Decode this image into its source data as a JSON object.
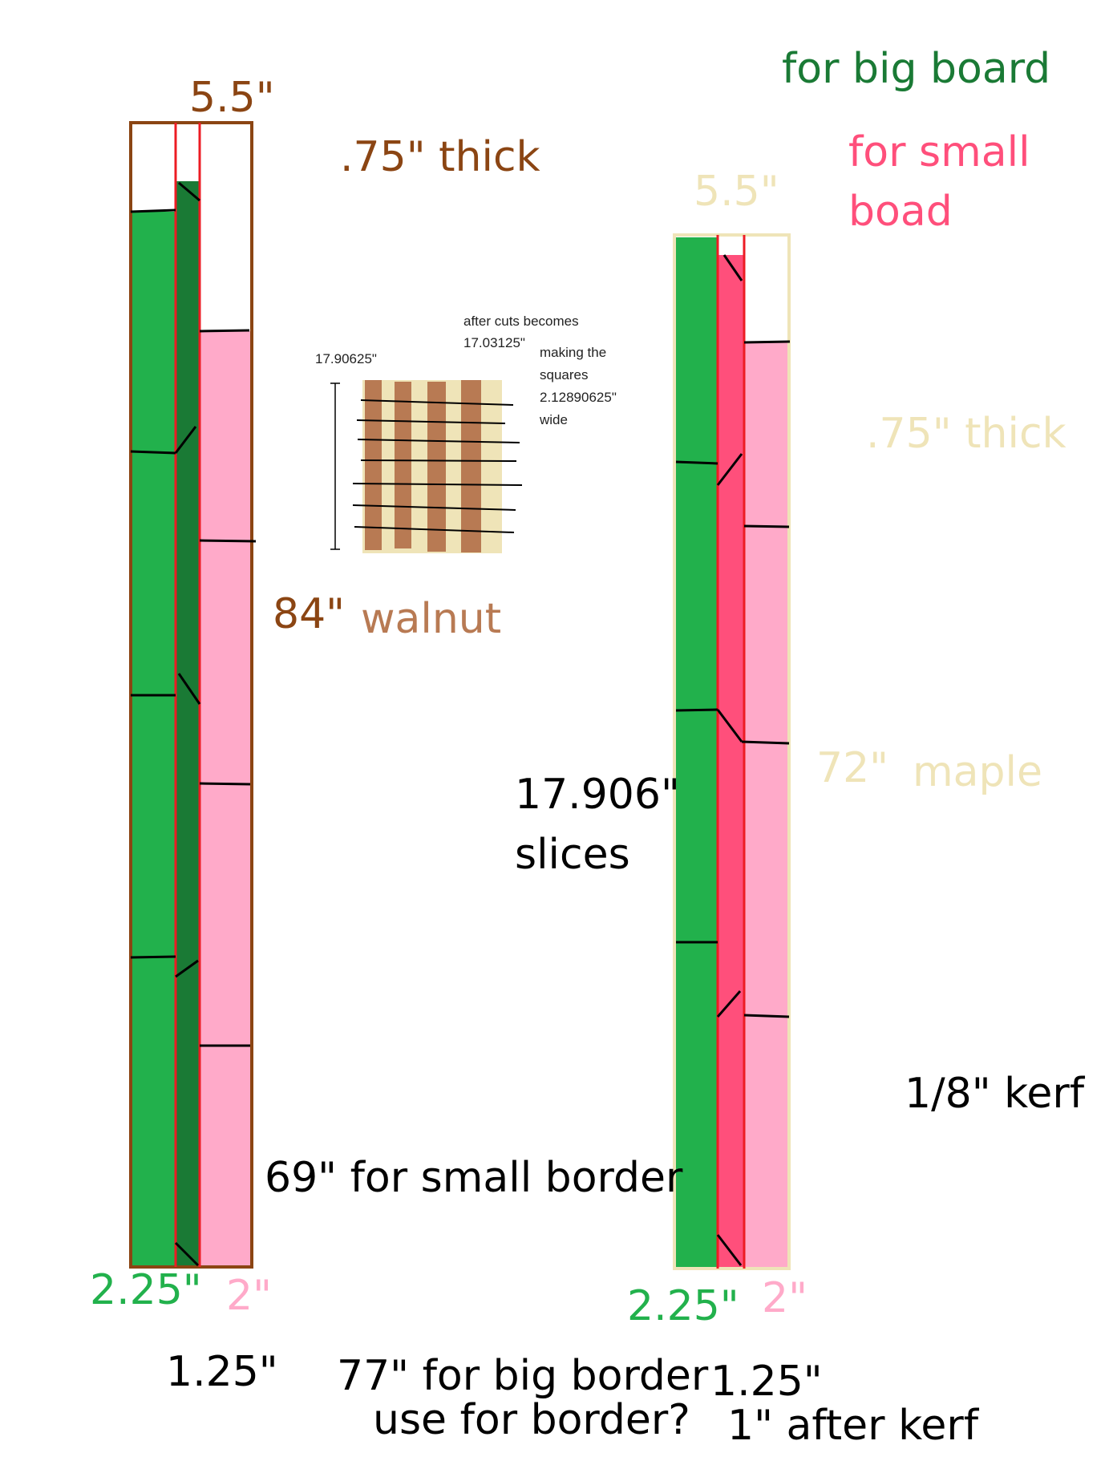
{
  "colors": {
    "walnut": "#8b4513",
    "walnut_swatch": "#b87a53",
    "maple": "#efe4b8",
    "big_green": "#22b14c",
    "dark_green": "#1a7a35",
    "pink": "#ffaac9",
    "hot_pink": "#ff4f7b",
    "red_line": "#ed1c24",
    "black": "#000000"
  },
  "walnut_board": {
    "width_label": "5.5\"",
    "thickness_label": ".75\" thick",
    "length_label": "84\"",
    "wood_label": "walnut",
    "strip_labels": {
      "green": "2.25\"",
      "pink": "2\"",
      "middle": "1.25\""
    },
    "border_note": "69\" for small border"
  },
  "maple_board": {
    "width_label": "5.5\"",
    "thickness_label": ".75\" thick",
    "length_label": "72\"",
    "wood_label": "maple",
    "strip_labels": {
      "green": "2.25\"",
      "pink": "2\"",
      "middle": "1.25\""
    },
    "kerf_note": "1\" after kerf"
  },
  "legend": {
    "big_board": "for big board",
    "small_board_line1": "for small",
    "small_board_line2": "boad"
  },
  "slices_note": {
    "line1": "17.906\"",
    "line2": "slices"
  },
  "kerf_label": "1/8\" kerf",
  "big_border_note": "77\" for big border",
  "border_question": "use for border?",
  "pattern_sketch": {
    "height_label": "17.90625\"",
    "note_line1": "after cuts becomes",
    "note_line2": "17.03125\"",
    "squares_line1": "making the",
    "squares_line2": "squares",
    "squares_line3": "2.12890625\"",
    "squares_line4": "wide"
  }
}
